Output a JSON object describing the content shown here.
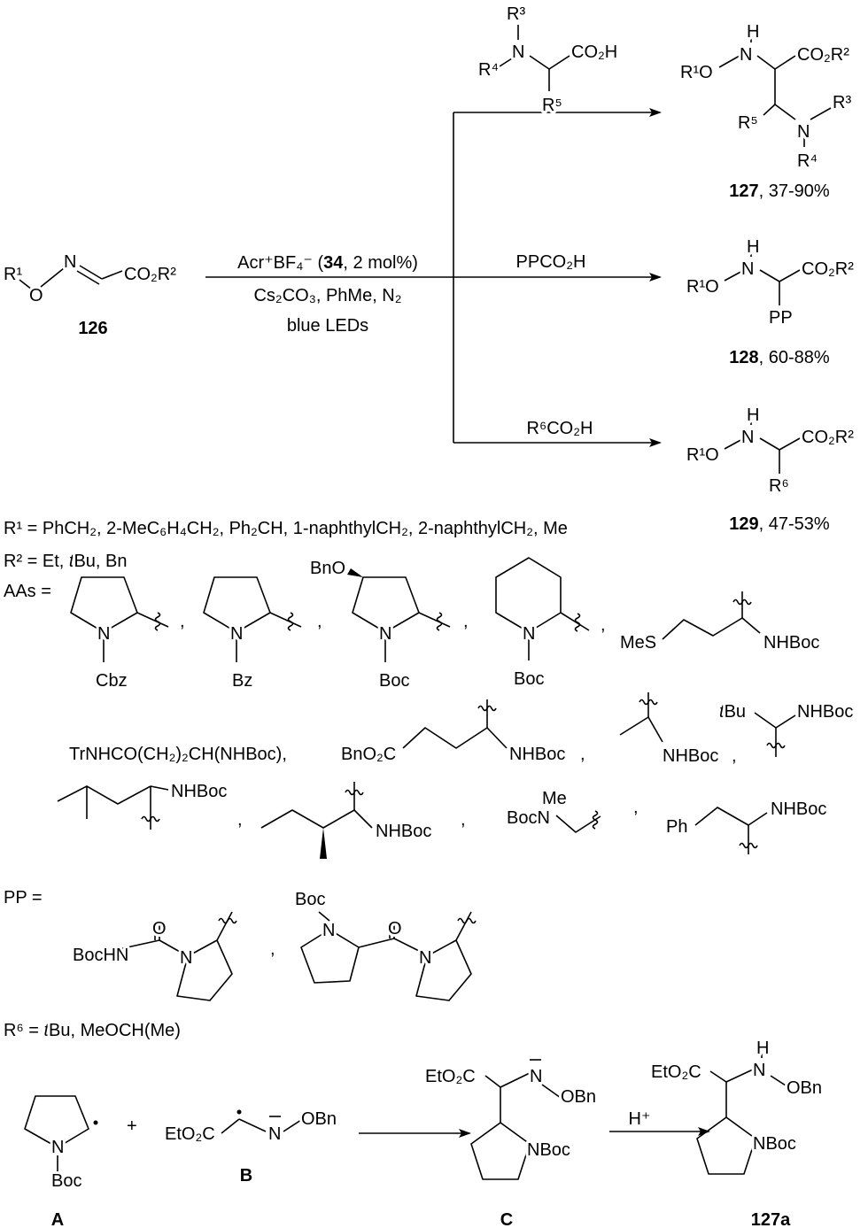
{
  "reactant": {
    "r1": "R¹",
    "o": "O",
    "n": "N",
    "ester": "CO₂R²",
    "label": "126"
  },
  "conditions": {
    "line1_pre": "Acr⁺BF₄⁻ (",
    "catalyst": "34",
    "line1_post": ", 2 mol%)",
    "line2": "Cs₂CO₃, PhMe, N₂",
    "line3": "blue LEDs"
  },
  "reagents": {
    "amino_acid": {
      "r3": "R³",
      "n": "N",
      "r4": "R⁴",
      "acid": "CO₂H",
      "r5": "R⁵"
    },
    "pp_acid": "PPCO₂H",
    "r6_acid": "R⁶CO₂H"
  },
  "products": {
    "p127": {
      "h": "H",
      "n": "N",
      "ester": "CO₂R²",
      "r1o": "R¹O",
      "r5": "R⁵",
      "n2": "N",
      "r3": "R³",
      "r4": "R⁴",
      "id": "127",
      "yield": ", 37-90%"
    },
    "p128": {
      "h": "H",
      "n": "N",
      "ester": "CO₂R²",
      "r1o": "R¹O",
      "pp": "PP",
      "id": "128",
      "yield": ", 60-88%"
    },
    "p129": {
      "h": "H",
      "n": "N",
      "ester": "CO₂R²",
      "r1o": "R¹O",
      "r6": "R⁶",
      "id": "129",
      "yield": ", 47-53%"
    }
  },
  "definitions": {
    "r1": "R¹ = PhCH₂, 2-MeC₆H₄CH₂, Ph₂CH, 1-naphthylCH₂, 2-naphthylCH₂, Me",
    "r2_pre": "R² = Et, ",
    "r2_t": "t",
    "r2_post": "Bu, Bn",
    "aas": "AAs =",
    "pp": "PP =",
    "r6_pre": "R⁶ = ",
    "r6_t": "t",
    "r6_post": "Bu, MeOCH(Me)"
  },
  "aas": {
    "n": "N",
    "cbz": "Cbz",
    "bz": "Bz",
    "bno": "BnO",
    "boc": "Boc",
    "mes": "MeS",
    "nhboc": "NHBoc",
    "trnhco": "TrNHCO(CH₂)₂CH(NHBoc),",
    "bno2c": "BnO₂C",
    "t": "t",
    "bu": "Bu",
    "bocn": "BocN",
    "me": "Me",
    "ph": "Ph",
    "comma": ","
  },
  "pp_structs": {
    "o": "O",
    "bochn": "BocHN",
    "n": "N",
    "boc": "Boc",
    "comma": ","
  },
  "mechanism": {
    "n": "N",
    "boc": "Boc",
    "plus": "+",
    "eto2c": "EtO₂C",
    "oBn": "OBn",
    "nboc": "NBoc",
    "h": "H",
    "h_plus": "H⁺",
    "label_a": "A",
    "label_b": "B",
    "label_c": "C",
    "label_127a": "127a"
  }
}
